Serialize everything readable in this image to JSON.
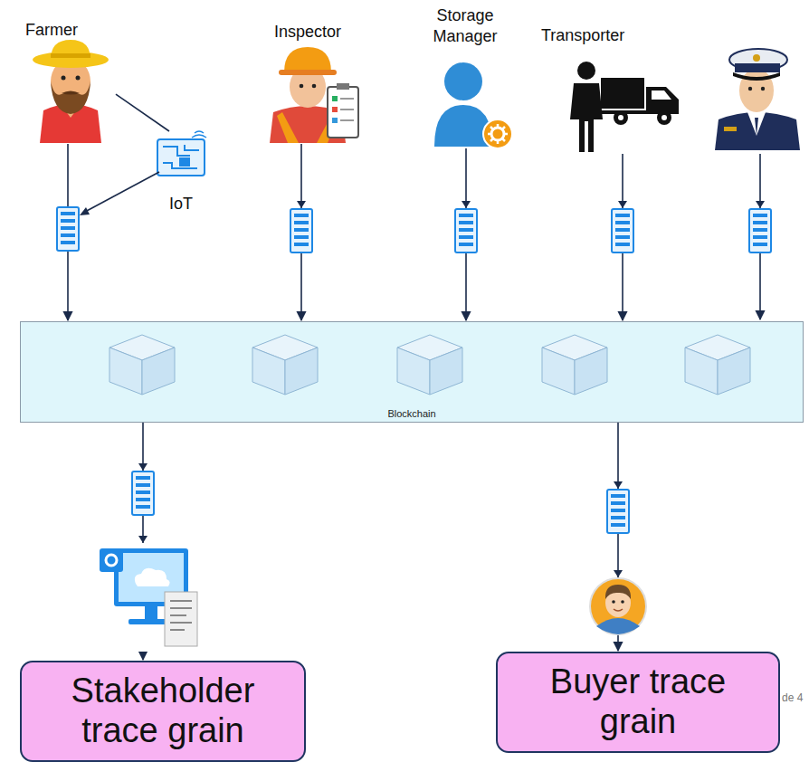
{
  "diagram": {
    "nodes": [
      {
        "text": [
          "Farmer"
        ]
      },
      {
        "text": [
          "Inspector"
        ]
      },
      {
        "text": [
          "Storage Manager"
        ]
      },
      {
        "text": [
          "Transporter"
        ]
      },
      {
        "text": [
          "IoT"
        ]
      },
      {
        "text": [
          "Blockchain"
        ]
      },
      {
        "text": [
          "Stakeholder trace grain"
        ]
      },
      {
        "text": [
          "Buyer trace grain"
        ]
      }
    ],
    "edges": [
      {
        "from": 0,
        "to": 4,
        "arrow": "none"
      },
      {
        "from": 0,
        "to": 5,
        "arrow": "to"
      },
      {
        "from": 1,
        "to": 5,
        "arrow": "to"
      },
      {
        "from": 2,
        "to": 5,
        "arrow": "to"
      },
      {
        "from": 3,
        "to": 5,
        "arrow": "to"
      },
      {
        "from": 5,
        "to": 6,
        "arrow": "to"
      },
      {
        "from": 5,
        "to": 7,
        "arrow": "to"
      }
    ],
    "labels": [
      "de 4"
    ]
  }
}
